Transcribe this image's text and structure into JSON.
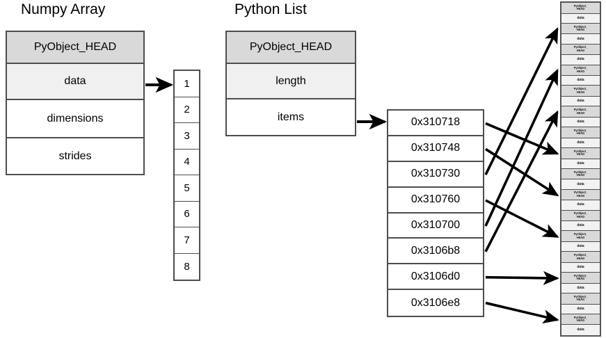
{
  "diagram": {
    "title_numpy": "Numpy Array",
    "title_list": "Python List"
  },
  "numpy_struct": {
    "rows": [
      {
        "label": "PyObject_HEAD",
        "shade": "head"
      },
      {
        "label": "data",
        "shade": "soft"
      },
      {
        "label": "dimensions",
        "shade": "plain"
      },
      {
        "label": "strides",
        "shade": "plain"
      }
    ]
  },
  "numpy_data_cells": {
    "values": [
      "1",
      "2",
      "3",
      "4",
      "5",
      "6",
      "7",
      "8"
    ]
  },
  "list_struct": {
    "rows": [
      {
        "label": "PyObject_HEAD",
        "shade": "head"
      },
      {
        "label": "length",
        "shade": "soft"
      },
      {
        "label": "items",
        "shade": "plain"
      }
    ]
  },
  "pointer_column": {
    "addresses": [
      "0x310718",
      "0x310748",
      "0x310730",
      "0x310760",
      "0x310700",
      "0x3106b8",
      "0x3106d0",
      "0x3106e8"
    ]
  },
  "heap_column": {
    "object_count": 16,
    "head_label_line1": "PyObject_",
    "head_label_line2": "HEAD",
    "data_label": "data"
  },
  "arrows": {
    "numpy_data_to_cells": "arrow from data field to first numpy cell",
    "list_items_to_pointers": "arrow from items field to pointer column",
    "pointer_to_heap_count": 8
  },
  "colors": {
    "head_fill": "#d9d9d9",
    "soft_fill": "#f0f0f0",
    "border": "#4d4d4d",
    "arrow": "#000000",
    "background": "#ffffff"
  }
}
